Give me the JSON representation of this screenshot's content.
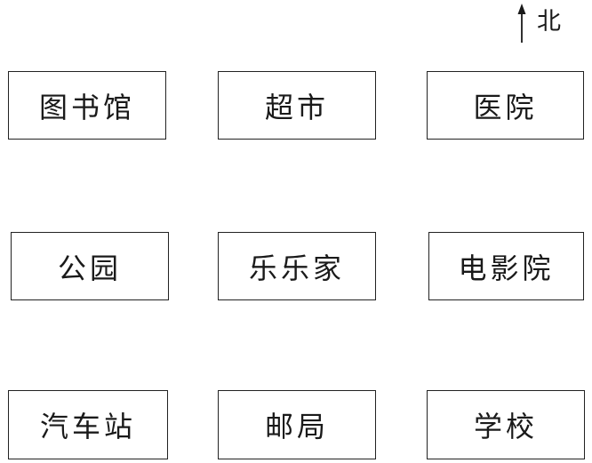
{
  "compass": {
    "label": "北"
  },
  "places": [
    {
      "name": "图书馆"
    },
    {
      "name": "超市"
    },
    {
      "name": "医院"
    },
    {
      "name": "公园"
    },
    {
      "name": "乐乐家"
    },
    {
      "name": "电影院"
    },
    {
      "name": "汽车站"
    },
    {
      "name": "邮局"
    },
    {
      "name": "学校"
    }
  ]
}
